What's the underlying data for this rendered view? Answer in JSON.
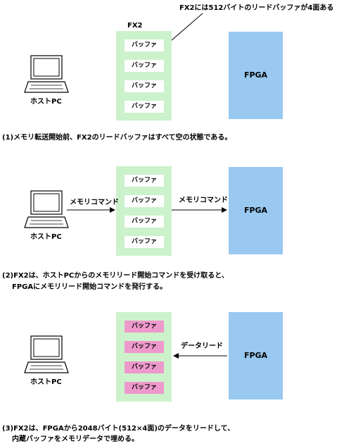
{
  "top_note": "FX2には512バイトのリードバッファが4面ある",
  "fx2_label": "FX2",
  "buffer_label": "バッファ",
  "fpga_label": "FPGA",
  "host_label": "ホストPC",
  "panel2": {
    "arrow_left_label": "メモリコマンド",
    "arrow_right_label": "メモリコマンド"
  },
  "panel3": {
    "arrow_label": "データリード"
  },
  "captions": {
    "c1": "(1)メモリ転送開始前、FX2のリードバッファはすべて空の状態である。",
    "c2_line1": "(2)FX2は、ホストPCからのメモリリード開始コマンドを受け取ると、",
    "c2_line2": "FPGAにメモリリード開始コマンドを発行する。",
    "c3_line1": "(3)FX2は、FPGAから2048バイト(512×4面)のデータをリードして、",
    "c3_line2": "内蔵バッファをメモリデータで埋める。"
  },
  "colors": {
    "fx2_bg": "#ccf2cc",
    "buffer_empty": "#ffffff",
    "buffer_full": "#ee99cc",
    "fpga_bg": "#99c8f0"
  }
}
